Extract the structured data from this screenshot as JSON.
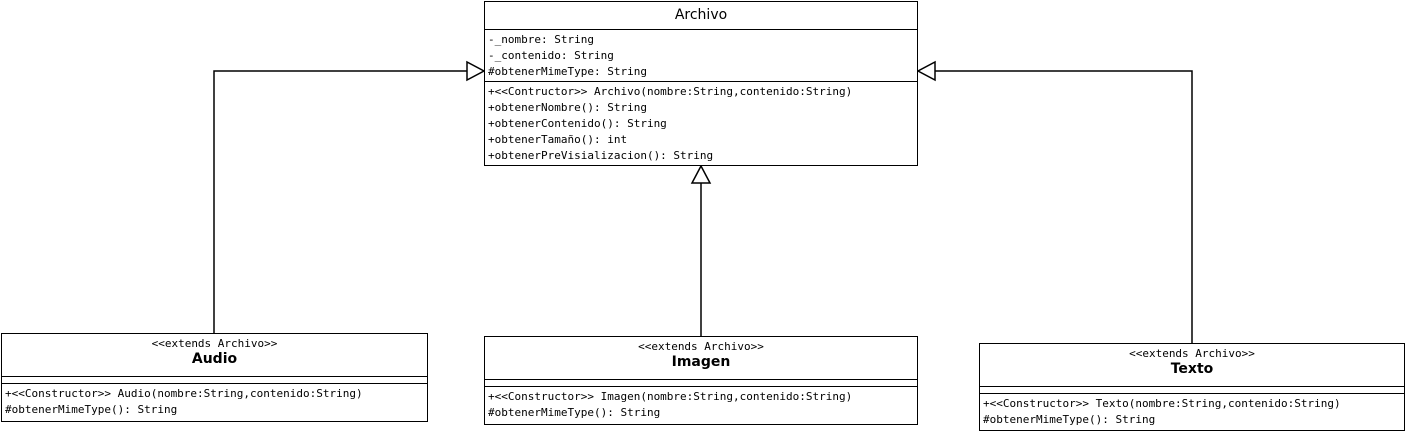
{
  "archivo": {
    "name": "Archivo",
    "attributes": [
      "-_nombre: String",
      "-_contenido: String",
      "#obtenerMimeType: String"
    ],
    "operations": [
      "+<<Contructor>> Archivo(nombre:String,contenido:String)",
      "+obtenerNombre(): String",
      "+obtenerContenido(): String",
      "+obtenerTamaño(): int",
      "+obtenerPreVisializacion(): String"
    ]
  },
  "audio": {
    "stereotype": "<<extends Archivo>>",
    "name": "Audio",
    "operations": [
      "+<<Constructor>> Audio(nombre:String,contenido:String)",
      "#obtenerMimeType(): String"
    ]
  },
  "imagen": {
    "stereotype": "<<extends Archivo>>",
    "name": "Imagen",
    "operations": [
      "+<<Constructor>> Imagen(nombre:String,contenido:String)",
      "#obtenerMimeType(): String"
    ]
  },
  "texto": {
    "stereotype": "<<extends Archivo>>",
    "name": "Texto",
    "operations": [
      "+<<Constructor>> Texto(nombre:String,contenido:String)",
      "#obtenerMimeType(): String"
    ]
  }
}
